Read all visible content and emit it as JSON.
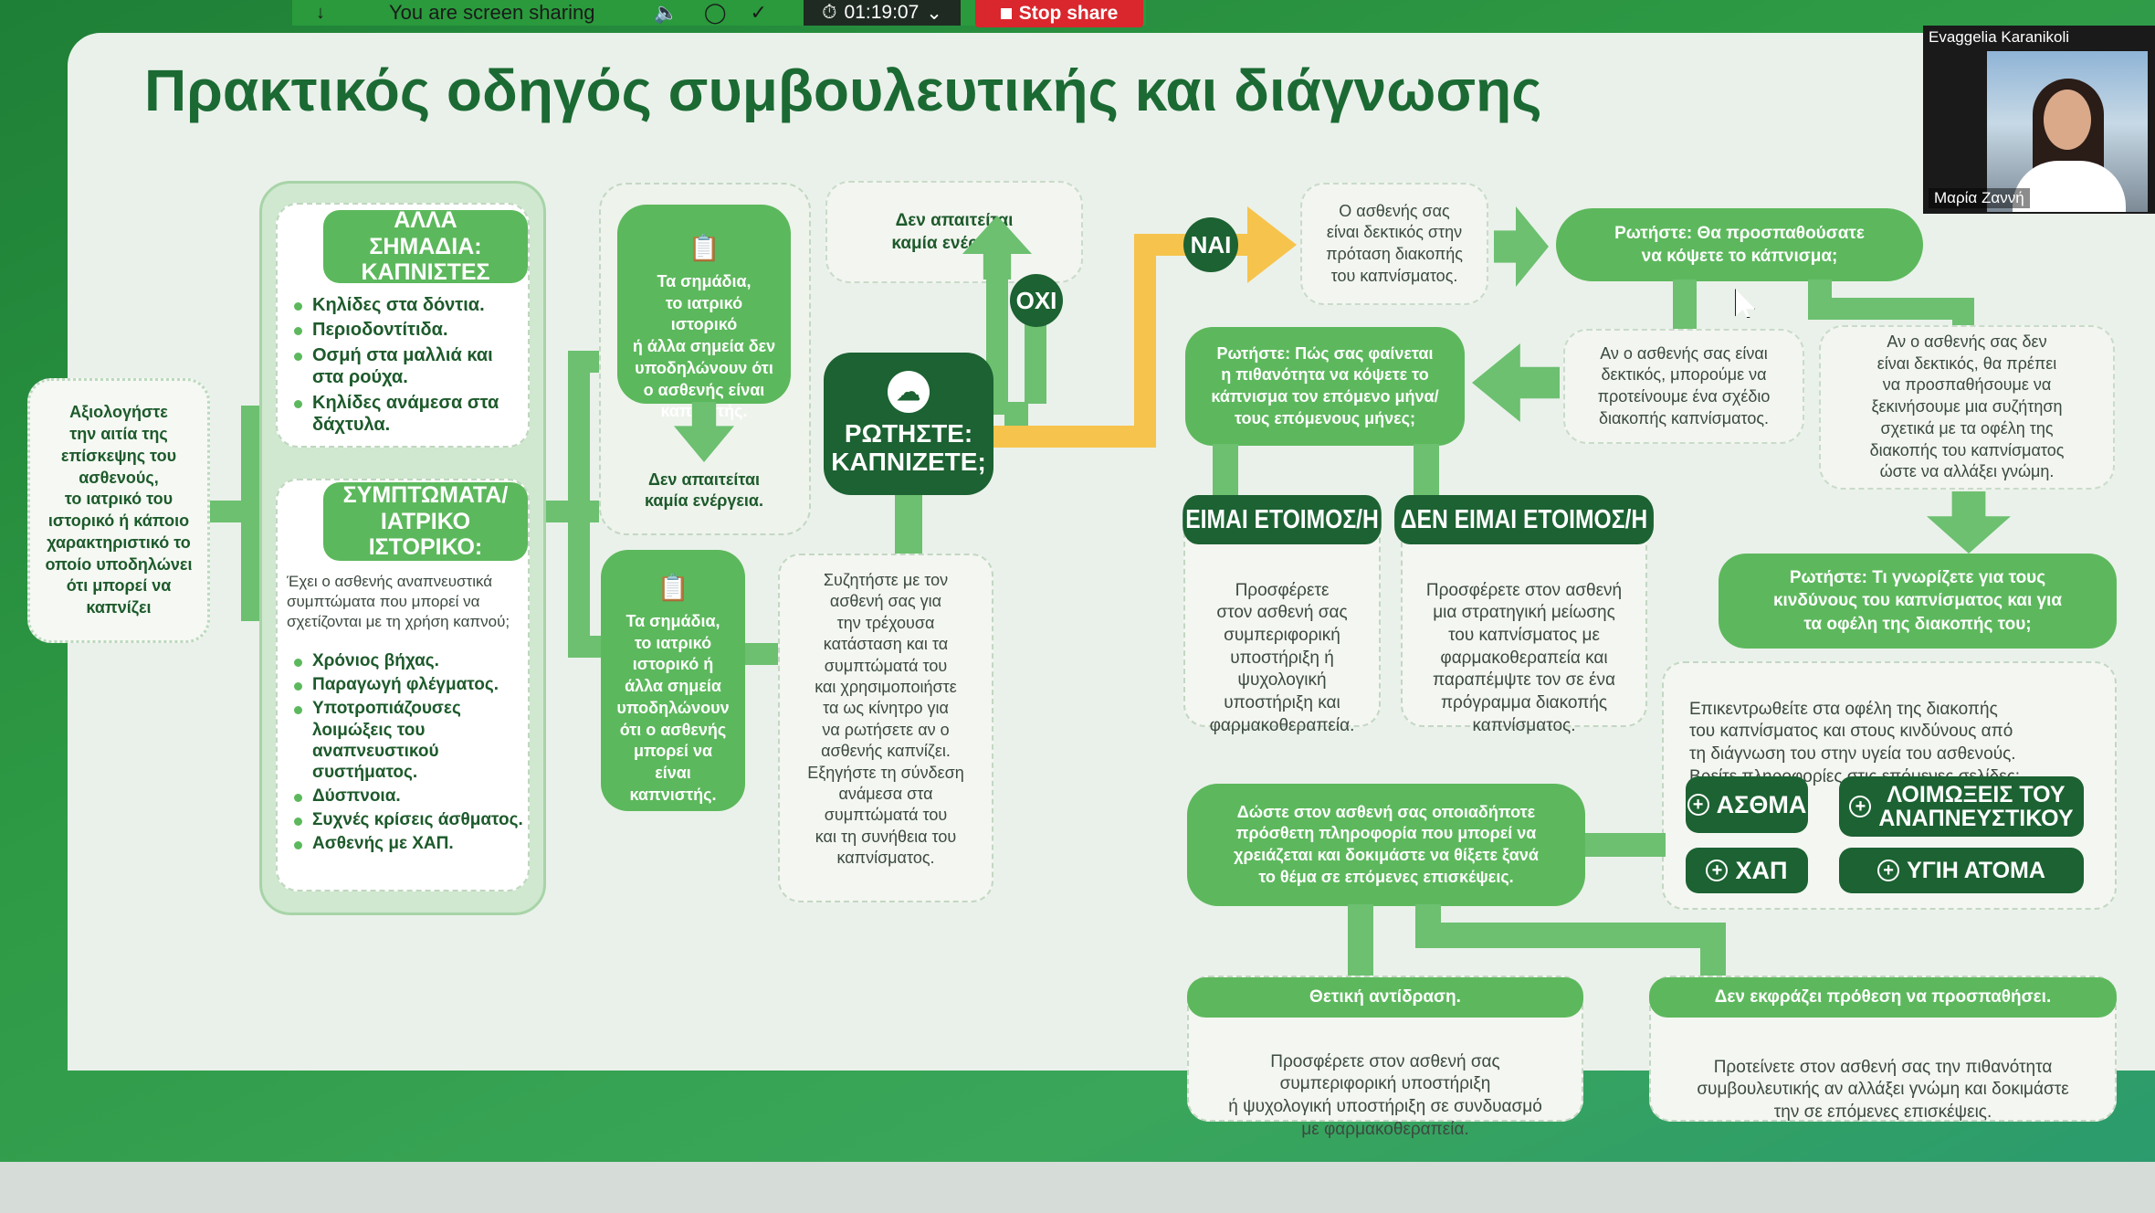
{
  "meeting": {
    "sharing_status": "You are screen sharing",
    "timer": "01:19:07",
    "stop_share": "Stop share",
    "presenter_name": "Evaggelia Karanikoli",
    "participant_name": "Μαρία Ζαννή"
  },
  "slide": {
    "title": "Πρακτικός οδηγός συμβουλευτικής και διάγνωσης",
    "assess_box": "Αξιολογήστε\nτην αιτία της\nεπίσκεψης του\nασθενούς,\nτο ιατρικό του\nιστορικό ή κάποιο\nχαρακτηριστικό το\nοποίο υποδηλώνει\nότι μπορεί να\nκαπνίζει",
    "other_signs": {
      "header": "ΑΛΛΑ ΣΗΜΑΔΙΑ:\nΚΑΠΝΙΣΤΕΣ",
      "items": [
        "Κηλίδες στα δόντια.",
        "Περιοδοντίτιδα.",
        "Οσμή στα μαλλιά και στα ρούχα.",
        "Κηλίδες ανάμεσα στα δάχτυλα."
      ]
    },
    "symptoms": {
      "header": "ΣΥΜΠΤΩΜΑΤΑ/\nΙΑΤΡΙΚΟ ΙΣΤΟΡΙΚΟ:",
      "intro": "Έχει ο ασθενής αναπνευστικά συμπτώματα που μπορεί να σχετίζονται με τη χρήση καπνού;",
      "items": [
        "Χρόνιος βήχας.",
        "Παραγωγή φλέγματος.",
        "Υποτροπιάζουσες λοιμώξεις του αναπνευστικού συστήματος.",
        "Δύσπνοια.",
        "Συχνές κρίσεις άσθματος.",
        "Ασθενής με ΧΑΠ."
      ]
    },
    "signs_not_smoker": "Τα σημάδια,\nτο ιατρικό ιστορικό\nή άλλα σημεία δεν\nυποδηλώνουν ότι\nο ασθενής είναι\nκαπνιστής.",
    "no_action_1": "Δεν απαιτείται\nκαμία ενέργεια.",
    "no_action_2": "Δεν απαιτείται\nκαμία ενέργεια.",
    "signs_may_smoker": "Τα σημάδια,\nτο ιατρικό\nιστορικό ή\nάλλα σημεία\nυποδηλώνουν\nότι ο ασθενής\nμπορεί να είναι\nκαπνιστής.",
    "ask_smoke": "ΡΩΤΗΣΤΕ:\nΚΑΠΝΙΖΕΤΕ;",
    "no_label": "ΟΧΙ",
    "yes_label": "ΝΑΙ",
    "discuss_box": "Συζητήστε με τον\nασθενή σας για\nτην τρέχουσα\nκατάσταση και τα\nσυμπτώματά του\nκαι χρησιμοποιήστε\nτα ως κίνητρο για\nνα ρωτήσετε αν ο\nασθενής καπνίζει.\nΕξηγήστε τη σύνδεση\nανάμεσα στα\nσυμπτώματά του\nκαι τη συνήθεια του\nκαπνίσματος.",
    "receptive_box": "Ο ασθενής σας\nείναι δεκτικός στην\nπρόταση διακοπής\nτου καπνίσματος.",
    "ask_try_quit": "Ρωτήστε: Θα προσπαθούσατε\nνα κόψετε το κάπνισμα;",
    "ask_likelihood": "Ρωτήστε: Πώς σας φαίνεται\nη πιθανότητα να κόψετε το\nκάπνισμα τον επόμενο μήνα/\nτους επόμενους μήνες;",
    "if_receptive": "Αν ο ασθενής σας είναι\nδεκτικός, μπορούμε να\nπροτείνουμε ένα σχέδιο\nδιακοπής καπνίσματος.",
    "if_not_receptive": "Αν ο ασθενής σας δεν\nείναι δεκτικός, θα πρέπει\nνα προσπαθήσουμε να\nξεκινήσουμε μια συζήτηση\nσχετικά με τα οφέλη της\nδιακοπής του καπνίσματος\nώστε να αλλάξει γνώμη.",
    "ready_header": "ΕΙΜΑΙ ΕΤΟΙΜΟΣ/Η",
    "ready_body": "Προσφέρετε\nστον ασθενή σας\nσυμπεριφορική\nυποστήριξη ή\nψυχολογική\nυποστήριξη και\nφαρμακοθεραπεία.",
    "not_ready_header": "ΔΕΝ ΕΙΜΑΙ ΕΤΟΙΜΟΣ/Η",
    "not_ready_body": "Προσφέρετε στον ασθενή\nμια στρατηγική μείωσης\nτου καπνίσματος με\nφαρμακοθεραπεία και\nπαραπέμψτε τον σε ένα\nπρόγραμμα διακοπής\nκαπνίσματος.",
    "ask_risks": "Ρωτήστε: Τι γνωρίζετε για τους\nκινδύνους του καπνίσματος και για\nτα οφέλη της διακοπής του;",
    "focus_box": "Επικεντρωθείτε στα οφέλη της διακοπής\nτου καπνίσματος και στους κινδύνους από\nτη διάγνωση του στην υγεία του ασθενούς.\nΒρείτε πληροφορίες στις επόμενες σελίδες:",
    "tags": [
      "ΑΣΘΜΑ",
      "ΛΟΙΜΩΞΕΙΣ ΤΟΥ\nΑΝΑΠΝΕΥΣΤΙΚΟΥ",
      "ΧΑΠ",
      "ΥΓΙΗ ΑΤΟΜΑ"
    ],
    "give_info": "Δώστε στον ασθενή σας οποιαδήποτε\nπρόσθετη πληροφορία που μπορεί να\nχρειάζεται και δοκιμάστε να θίξετε ξανά\nτο θέμα σε επόμενες επισκέψεις.",
    "positive_header": "Θετική αντίδραση.",
    "positive_body": "Προσφέρετε στον ασθενή σας\nσυμπεριφορική υποστήριξη\nή ψυχολογική υποστήριξη σε συνδυασμό\nμε φαρμακοθεραπεία.",
    "no_intent_header": "Δεν εκφράζει πρόθεση να προσπαθήσει.",
    "no_intent_body": "Προτείνετε στον ασθενή σας την πιθανότητα\nσυμβουλευτικής αν αλλάξει γνώμη και δοκιμάστε\nτην σε επόμενες επισκέψεις."
  },
  "colors": {
    "dark_green": "#1c6232",
    "mid_green": "#5cb85c",
    "arrow_yellow": "#f6c34c",
    "stop_red": "#d9272d"
  }
}
